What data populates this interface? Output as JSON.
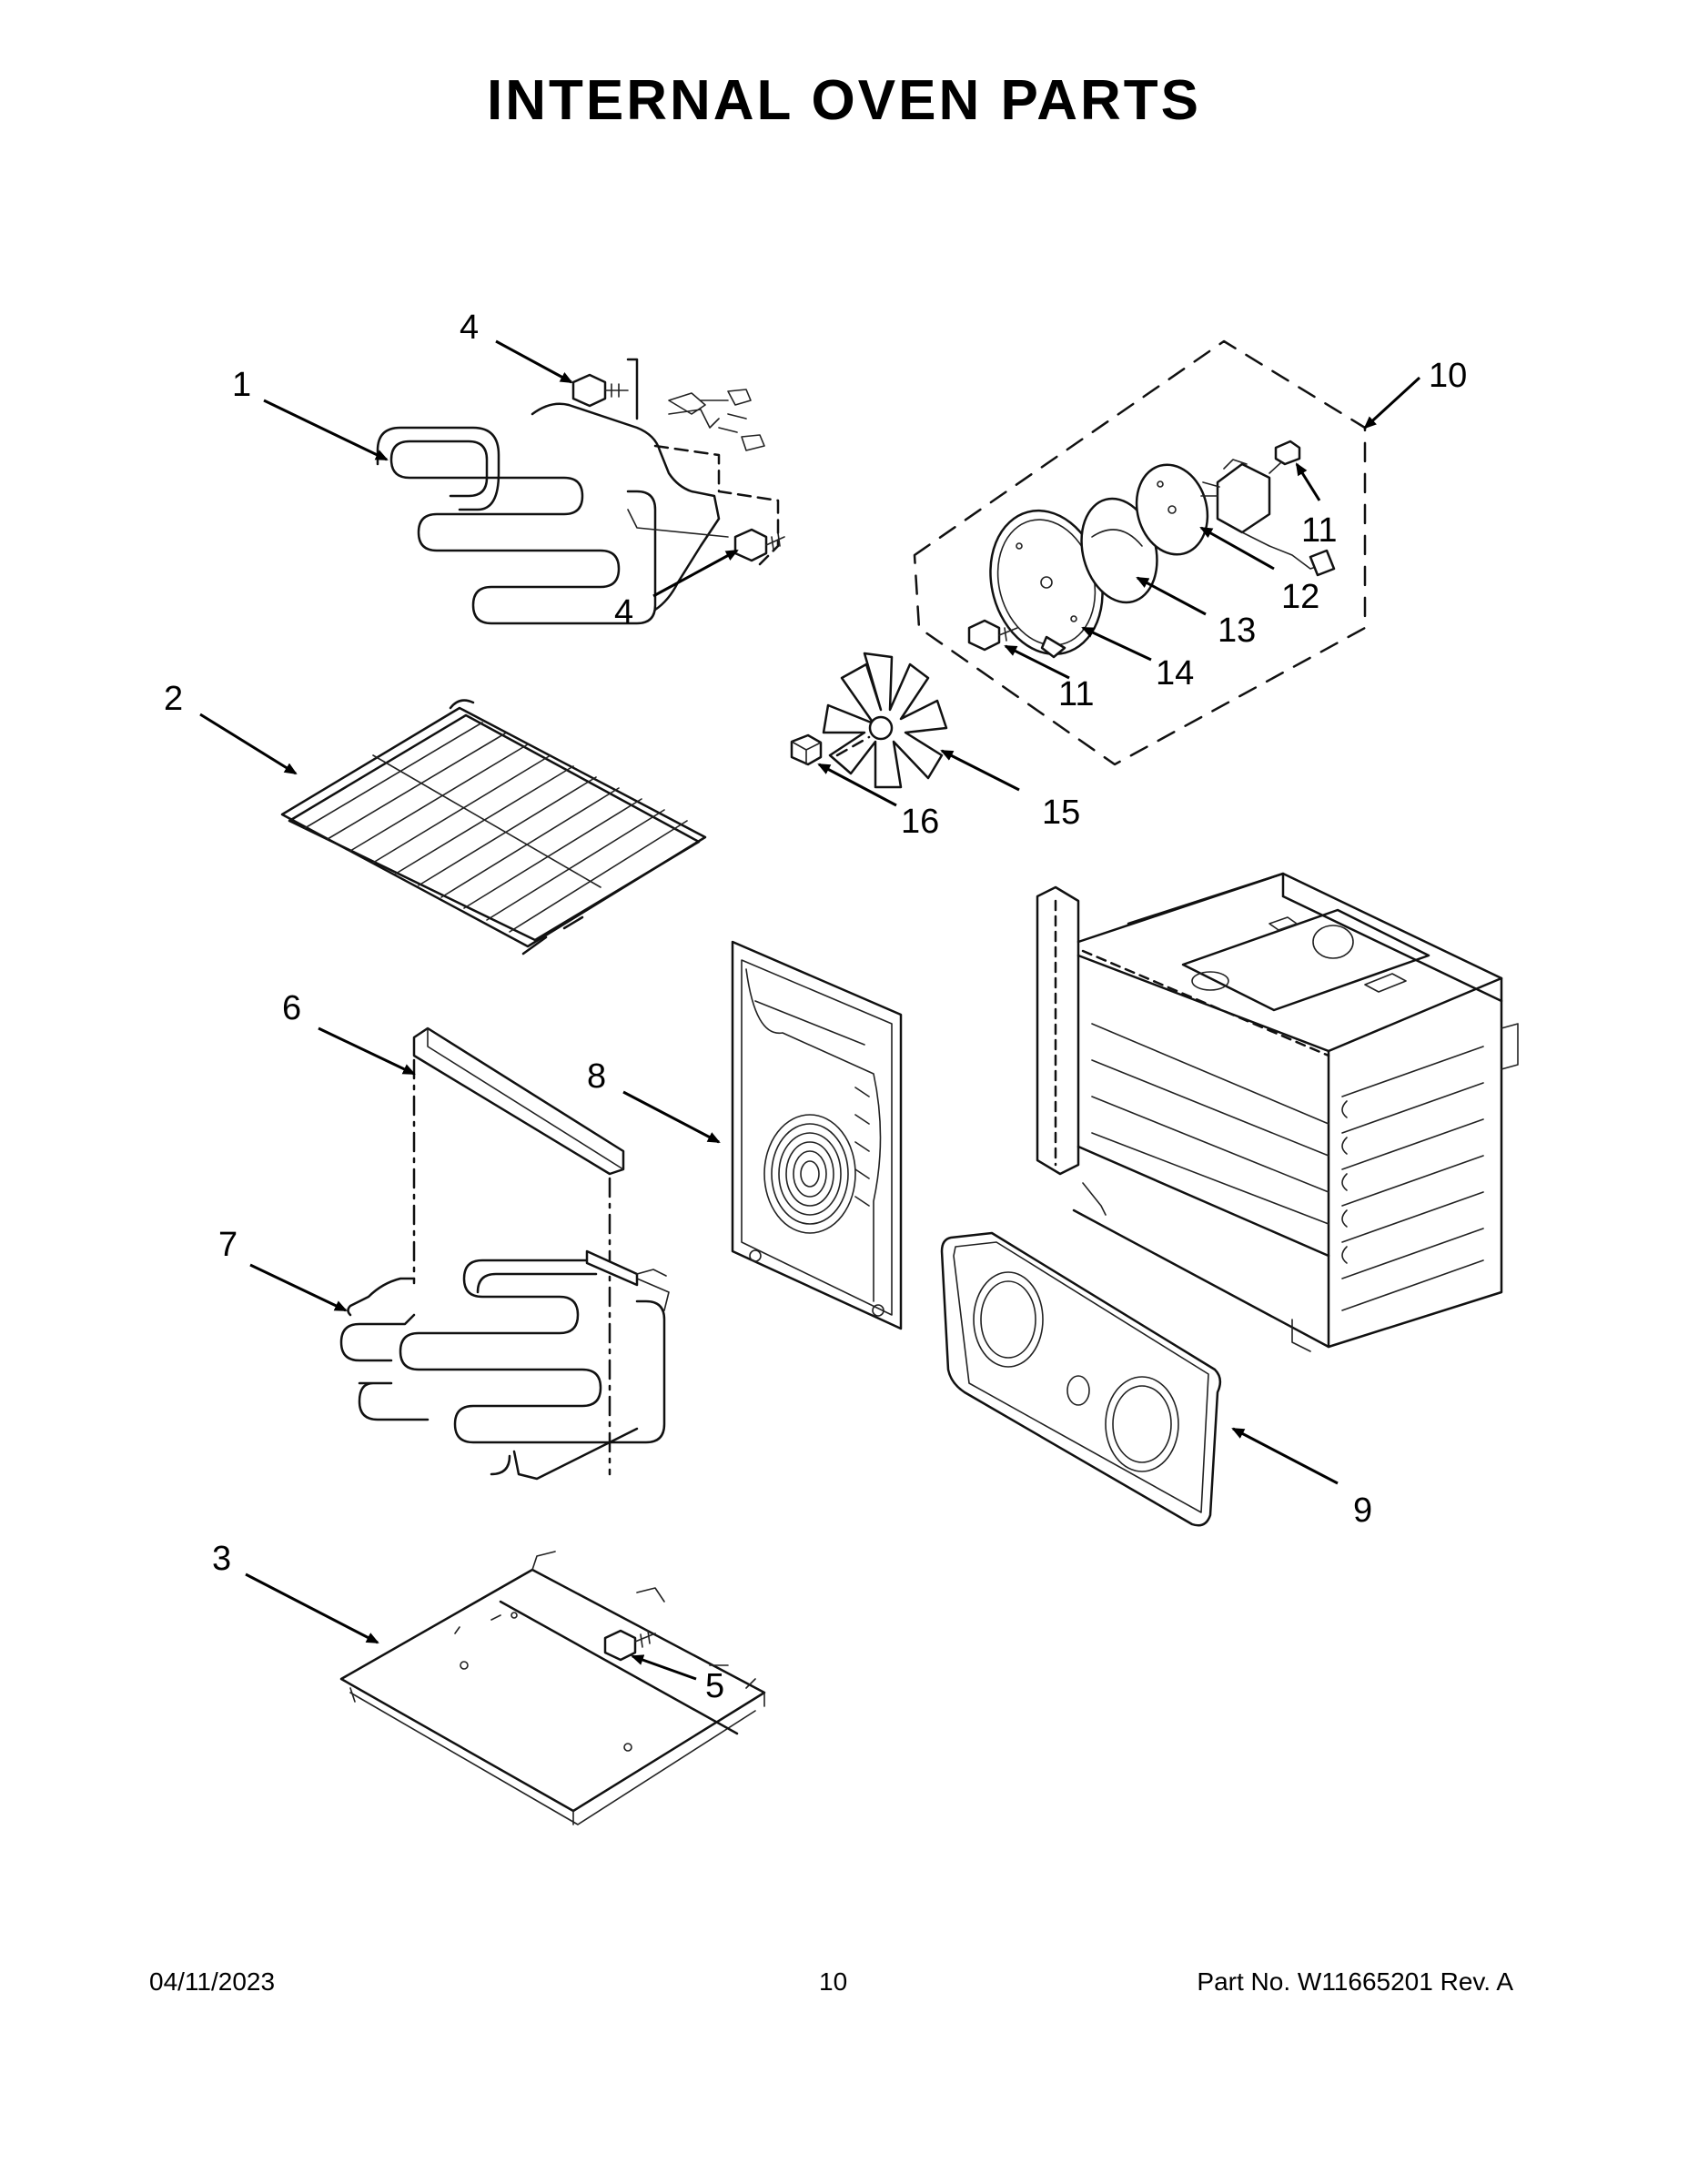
{
  "title": "INTERNAL OVEN PARTS",
  "footer": {
    "date": "04/11/2023",
    "page": "10",
    "part_no": "Part No.  W11665201  Rev.  A"
  },
  "callouts": {
    "c1": "1",
    "c2": "2",
    "c3": "3",
    "c4a": "4",
    "c4b": "4",
    "c5": "5",
    "c6": "6",
    "c7": "7",
    "c8": "8",
    "c9": "9",
    "c10": "10",
    "c11a": "11",
    "c11b": "11",
    "c12": "12",
    "c13": "13",
    "c14": "14",
    "c15": "15",
    "c16": "16"
  }
}
